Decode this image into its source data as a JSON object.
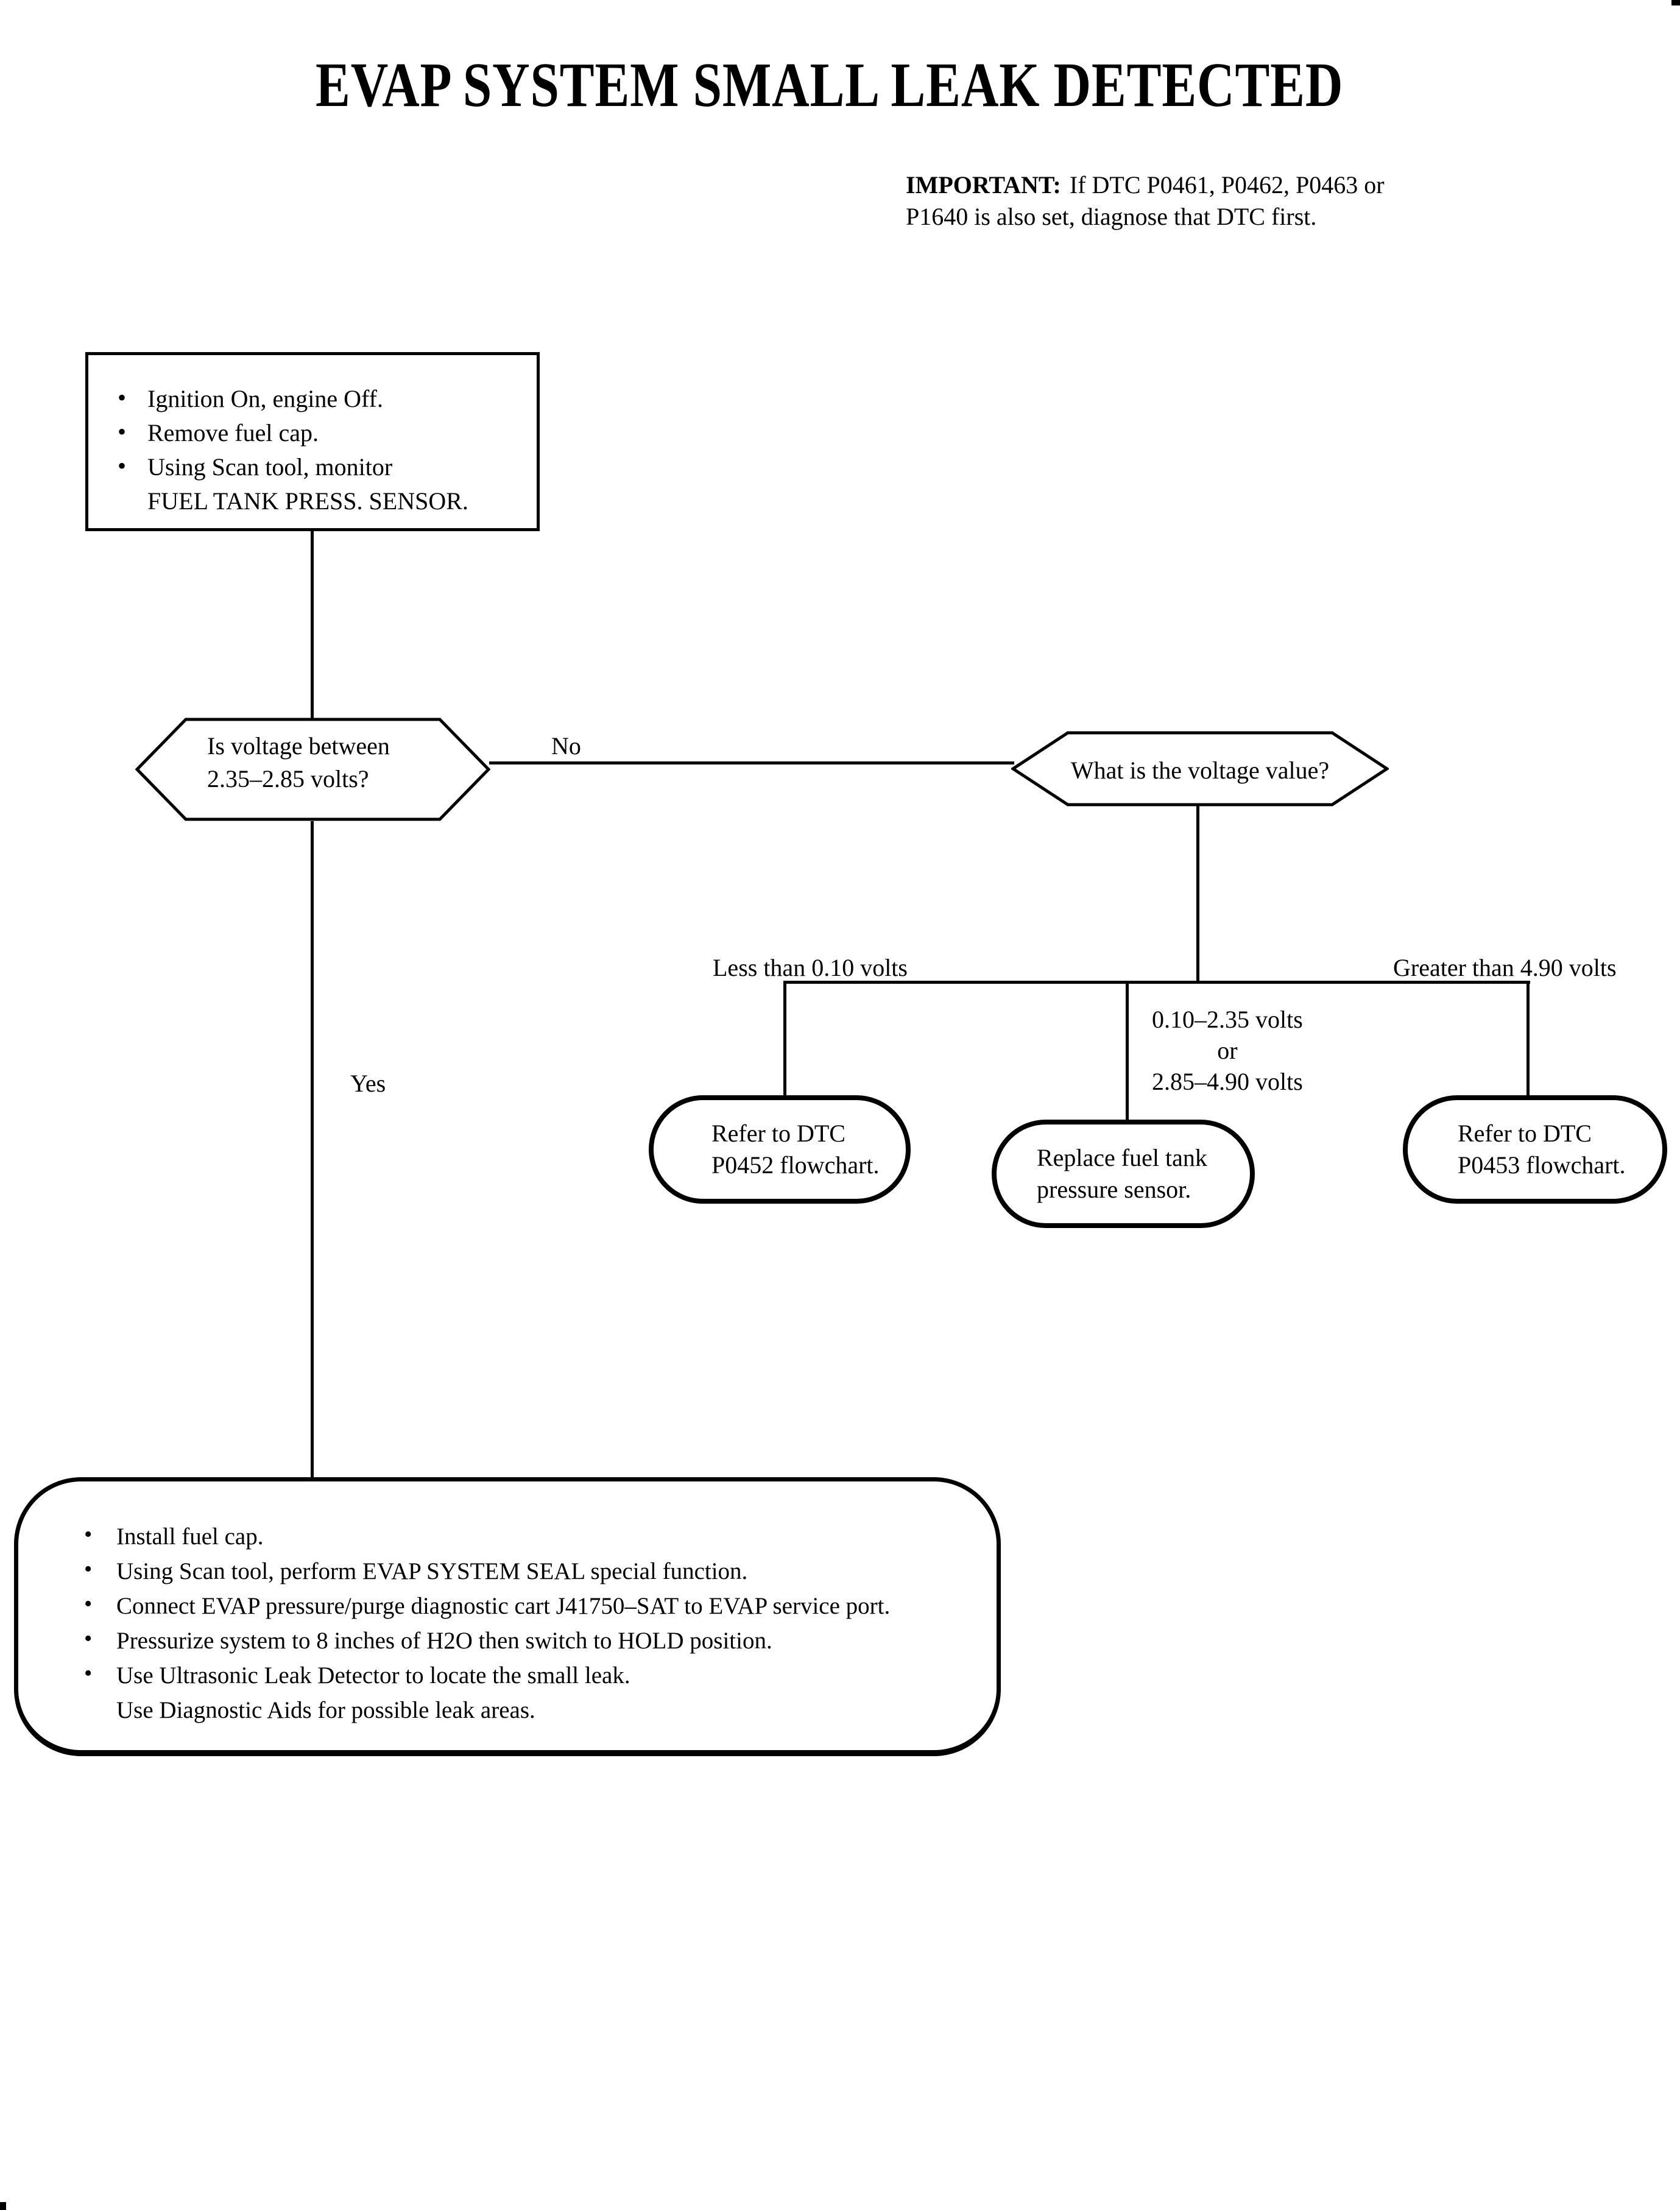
{
  "glyphs": {
    "bullet": "•"
  },
  "title": "EVAP SYSTEM SMALL LEAK DETECTED",
  "important": {
    "label": "IMPORTANT:",
    "rest1": "If DTC P0461, P0462, P0463 or",
    "rest2": "P1640 is also set, diagnose that DTC first."
  },
  "start": {
    "lines": [
      "Ignition On, engine Off.",
      "Remove fuel cap.",
      "Using Scan tool, monitor",
      "FUEL TANK PRESS. SENSOR."
    ]
  },
  "decision1": {
    "line1": "Is voltage between",
    "line2": "2.35–2.85 volts?"
  },
  "decision2": {
    "text": "What is the voltage value?"
  },
  "labels": {
    "no": "No",
    "yes": "Yes",
    "less": "Less than 0.10 volts",
    "greater": "Greater than 4.90 volts",
    "mid1": "0.10–2.35 volts",
    "mid2": "or",
    "mid3": "2.85–4.90 volts"
  },
  "terminals": {
    "p0452": {
      "line1": "Refer to DTC",
      "line2": "P0452 flowchart."
    },
    "replace": {
      "line1": "Replace fuel tank",
      "line2": "pressure sensor."
    },
    "p0453": {
      "line1": "Refer to DTC",
      "line2": "P0453 flowchart."
    }
  },
  "end": {
    "bullets": [
      "Install fuel cap.",
      "Using Scan tool, perform EVAP SYSTEM SEAL special function.",
      "Connect EVAP pressure/purge diagnostic cart J41750–SAT to EVAP service port.",
      "Pressurize system to 8 inches of H2O then switch to HOLD position.",
      "Use Ultrasonic Leak Detector to locate the small leak."
    ],
    "continuation": "Use Diagnostic Aids for possible leak areas."
  }
}
